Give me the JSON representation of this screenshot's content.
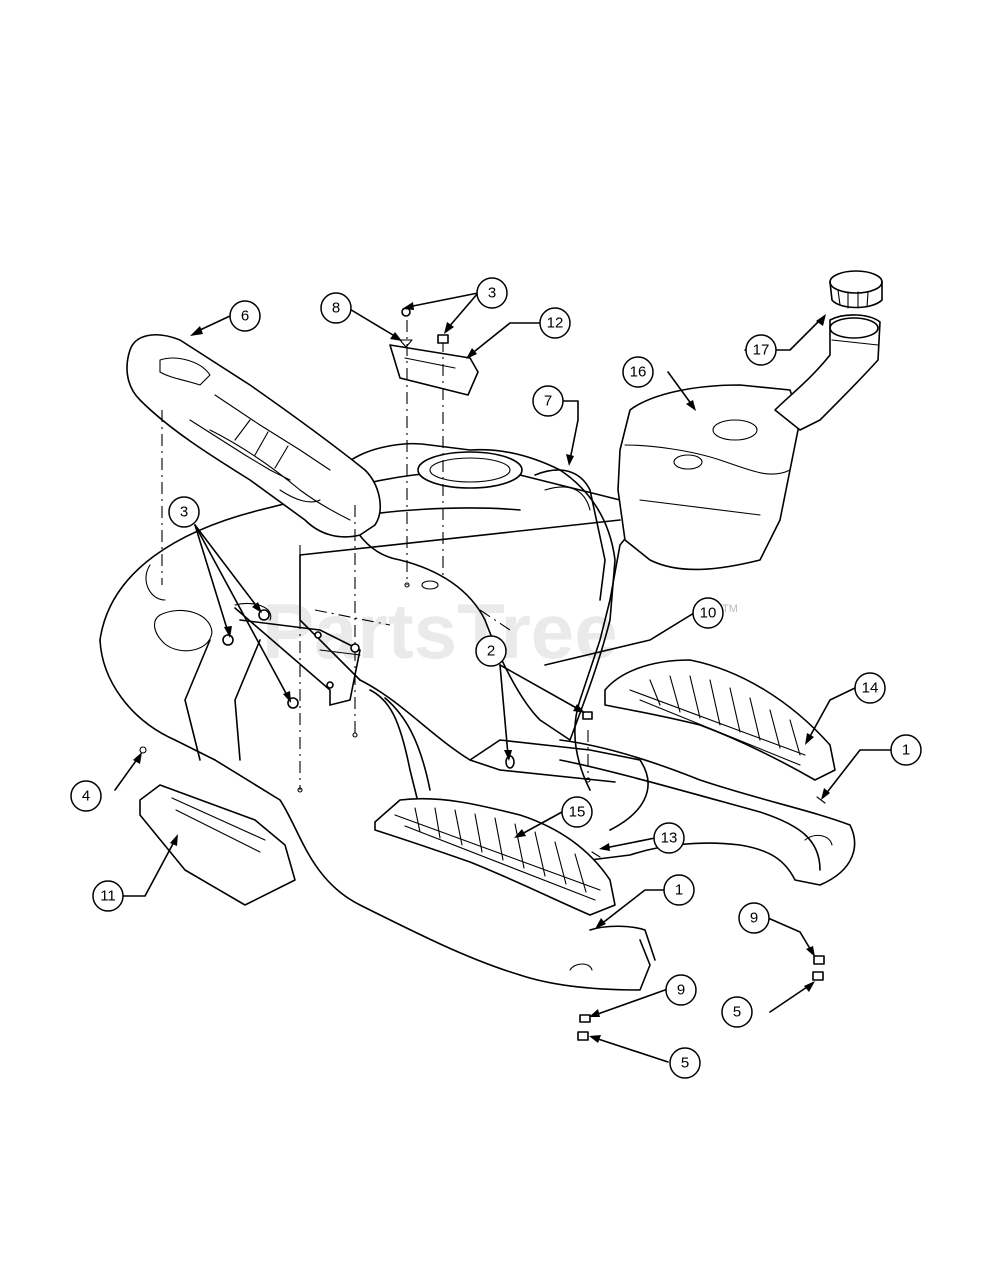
{
  "watermark": {
    "text": "PartsTree",
    "mark": "TM"
  },
  "callouts": [
    {
      "label": "6"
    },
    {
      "label": "8"
    },
    {
      "label": "3"
    },
    {
      "label": "12"
    },
    {
      "label": "17"
    },
    {
      "label": "16"
    },
    {
      "label": "7"
    },
    {
      "label": "3"
    },
    {
      "label": "10"
    },
    {
      "label": "2"
    },
    {
      "label": "14"
    },
    {
      "label": "1"
    },
    {
      "label": "4"
    },
    {
      "label": "15"
    },
    {
      "label": "13"
    },
    {
      "label": "11"
    },
    {
      "label": "1"
    },
    {
      "label": "9"
    },
    {
      "label": "9"
    },
    {
      "label": "5"
    },
    {
      "label": "5"
    }
  ]
}
